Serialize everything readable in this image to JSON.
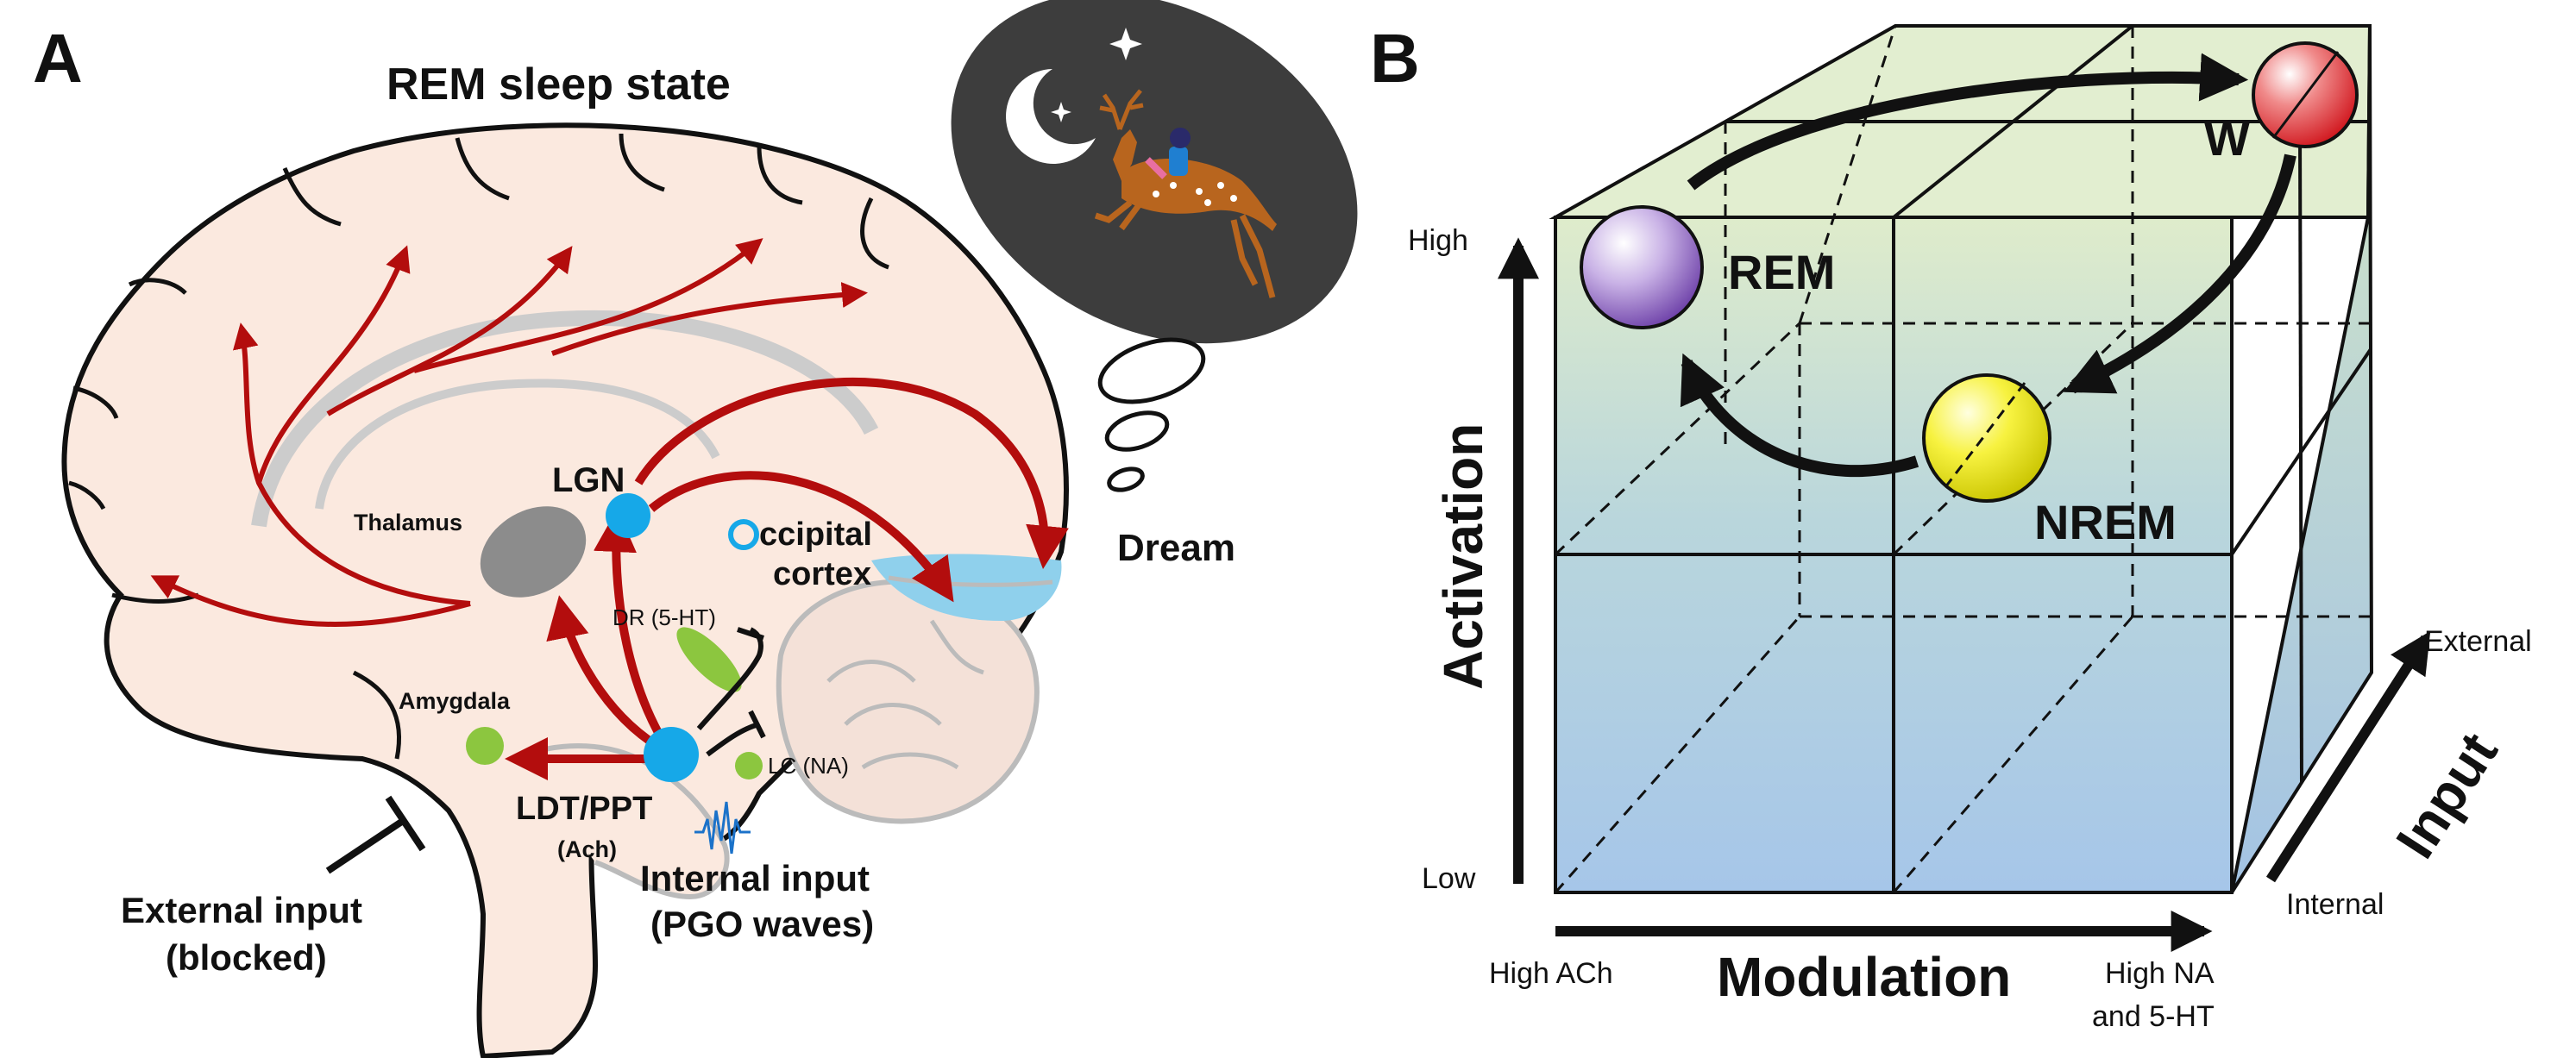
{
  "panel_a": {
    "label": "A",
    "title": "REM sleep state",
    "labels": {
      "lgn": "LGN",
      "thalamus": "Thalamus",
      "occipital_cortex_line1": "ccipital",
      "occipital_cortex_line2": "cortex",
      "dream": "Dream",
      "dr": "DR (5-HT)",
      "amygdala": "Amygdala",
      "lc": "LC (NA)",
      "ldt_ppt": "LDT/PPT",
      "ach": "(Ach)",
      "internal_input_line1": "Internal input",
      "internal_input_line2": "(PGO waves)",
      "external_input_line1": "External input",
      "external_input_line2": "(blocked)"
    }
  },
  "panel_b": {
    "label": "B",
    "axes": {
      "activation": "Activation",
      "activation_high": "High",
      "activation_low": "Low",
      "modulation": "Modulation",
      "modulation_left": "High ACh",
      "modulation_right_line1": "High NA",
      "modulation_right_line2": "and 5-HT",
      "input": "Input",
      "input_external": "External",
      "input_internal": "Internal"
    },
    "states": {
      "wake": "W",
      "rem": "REM",
      "nrem": "NREM"
    }
  },
  "colors": {
    "pathway_red": "#b30d0d",
    "node_blue": "#16a8e8",
    "nucleus_green": "#8cc63f",
    "thalamus_gray": "#8c8c8c",
    "occipital_blue": "#8fd0ec",
    "brain_fill": "#fbe9df",
    "dream_bubble": "#3d3d3d"
  }
}
